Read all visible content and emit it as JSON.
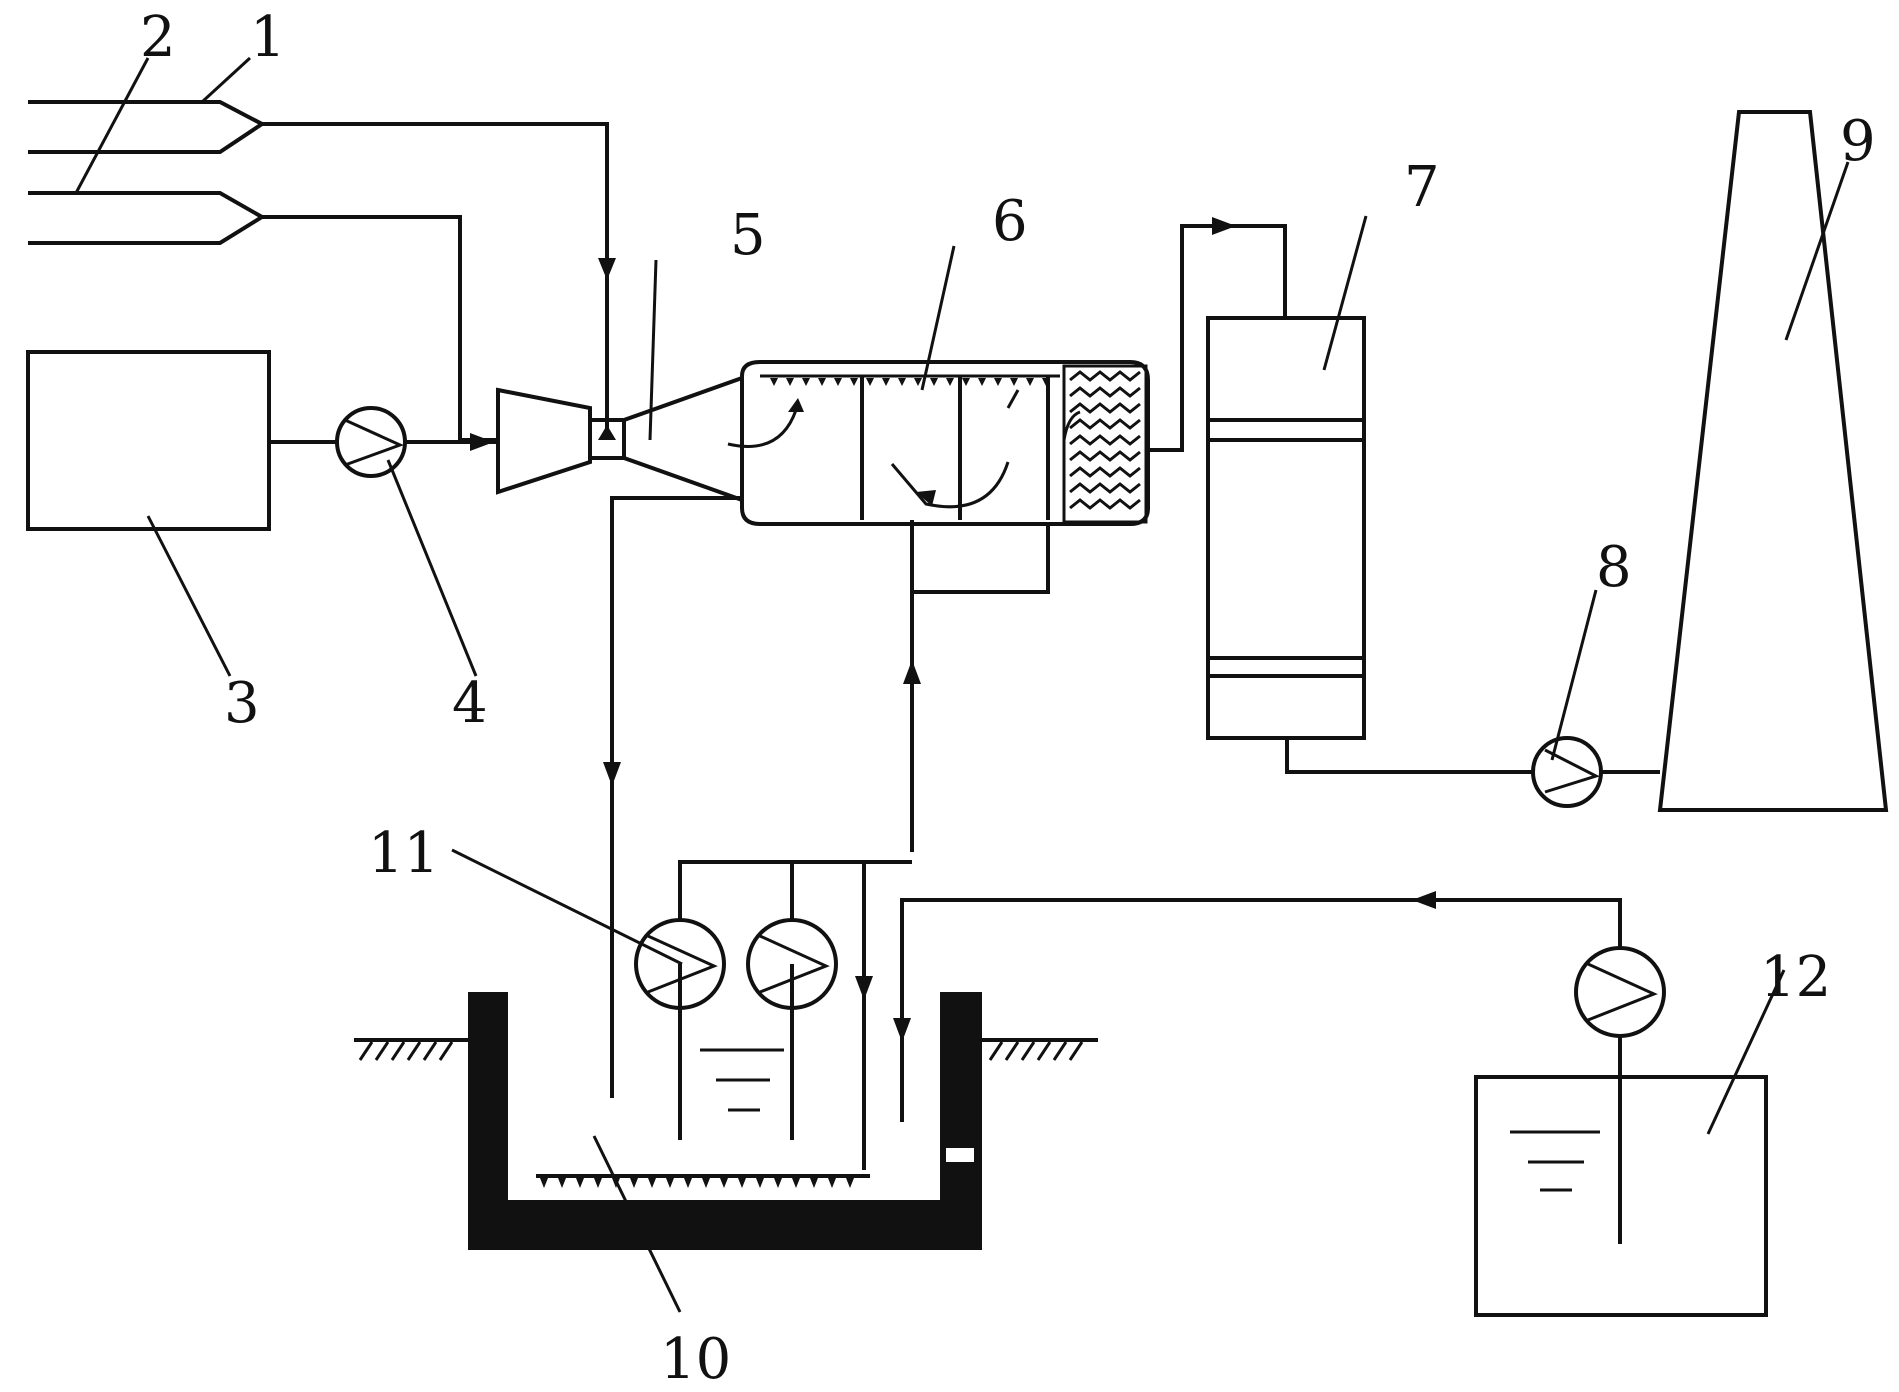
{
  "labels": {
    "n1": "1",
    "n2": "2",
    "n3": "3",
    "n4": "4",
    "n5": "5",
    "n6": "6",
    "n7": "7",
    "n8": "8",
    "n9": "9",
    "n10": "10",
    "n11": "11",
    "n12": "12"
  },
  "colors": {
    "line": "#111111",
    "background": "#ffffff"
  }
}
